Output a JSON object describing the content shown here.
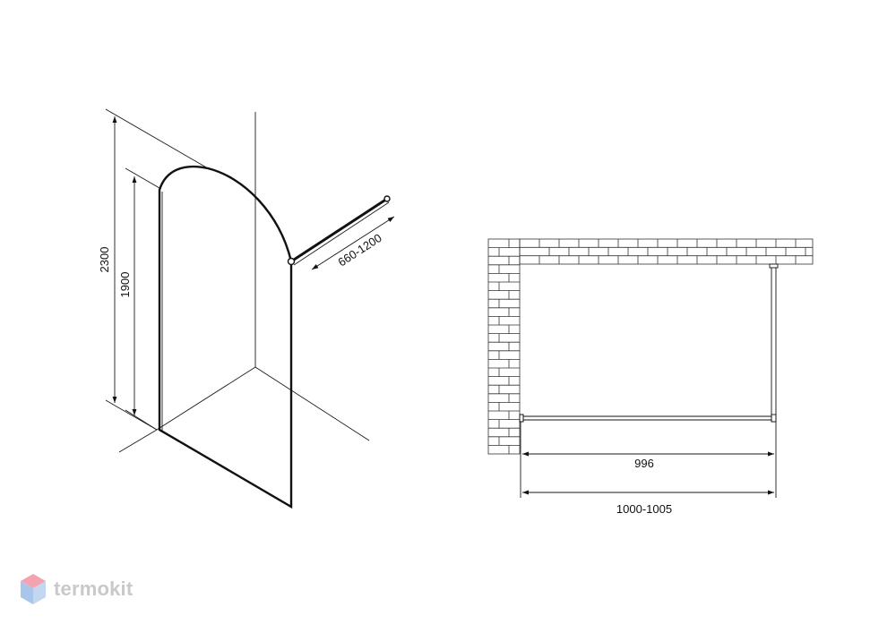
{
  "iso_view": {
    "dim_total_height": "2300",
    "dim_glass_height": "1900",
    "dim_bar_length": "660-1200"
  },
  "plan_view": {
    "dim_glass_width": "996",
    "dim_total_width": "1000-1005"
  },
  "brand": {
    "logo_text": "termokit",
    "logo_icon": "cube-icon",
    "logo_color": "#c9c9c9"
  },
  "colors": {
    "line": "#111111",
    "background": "#ffffff"
  }
}
